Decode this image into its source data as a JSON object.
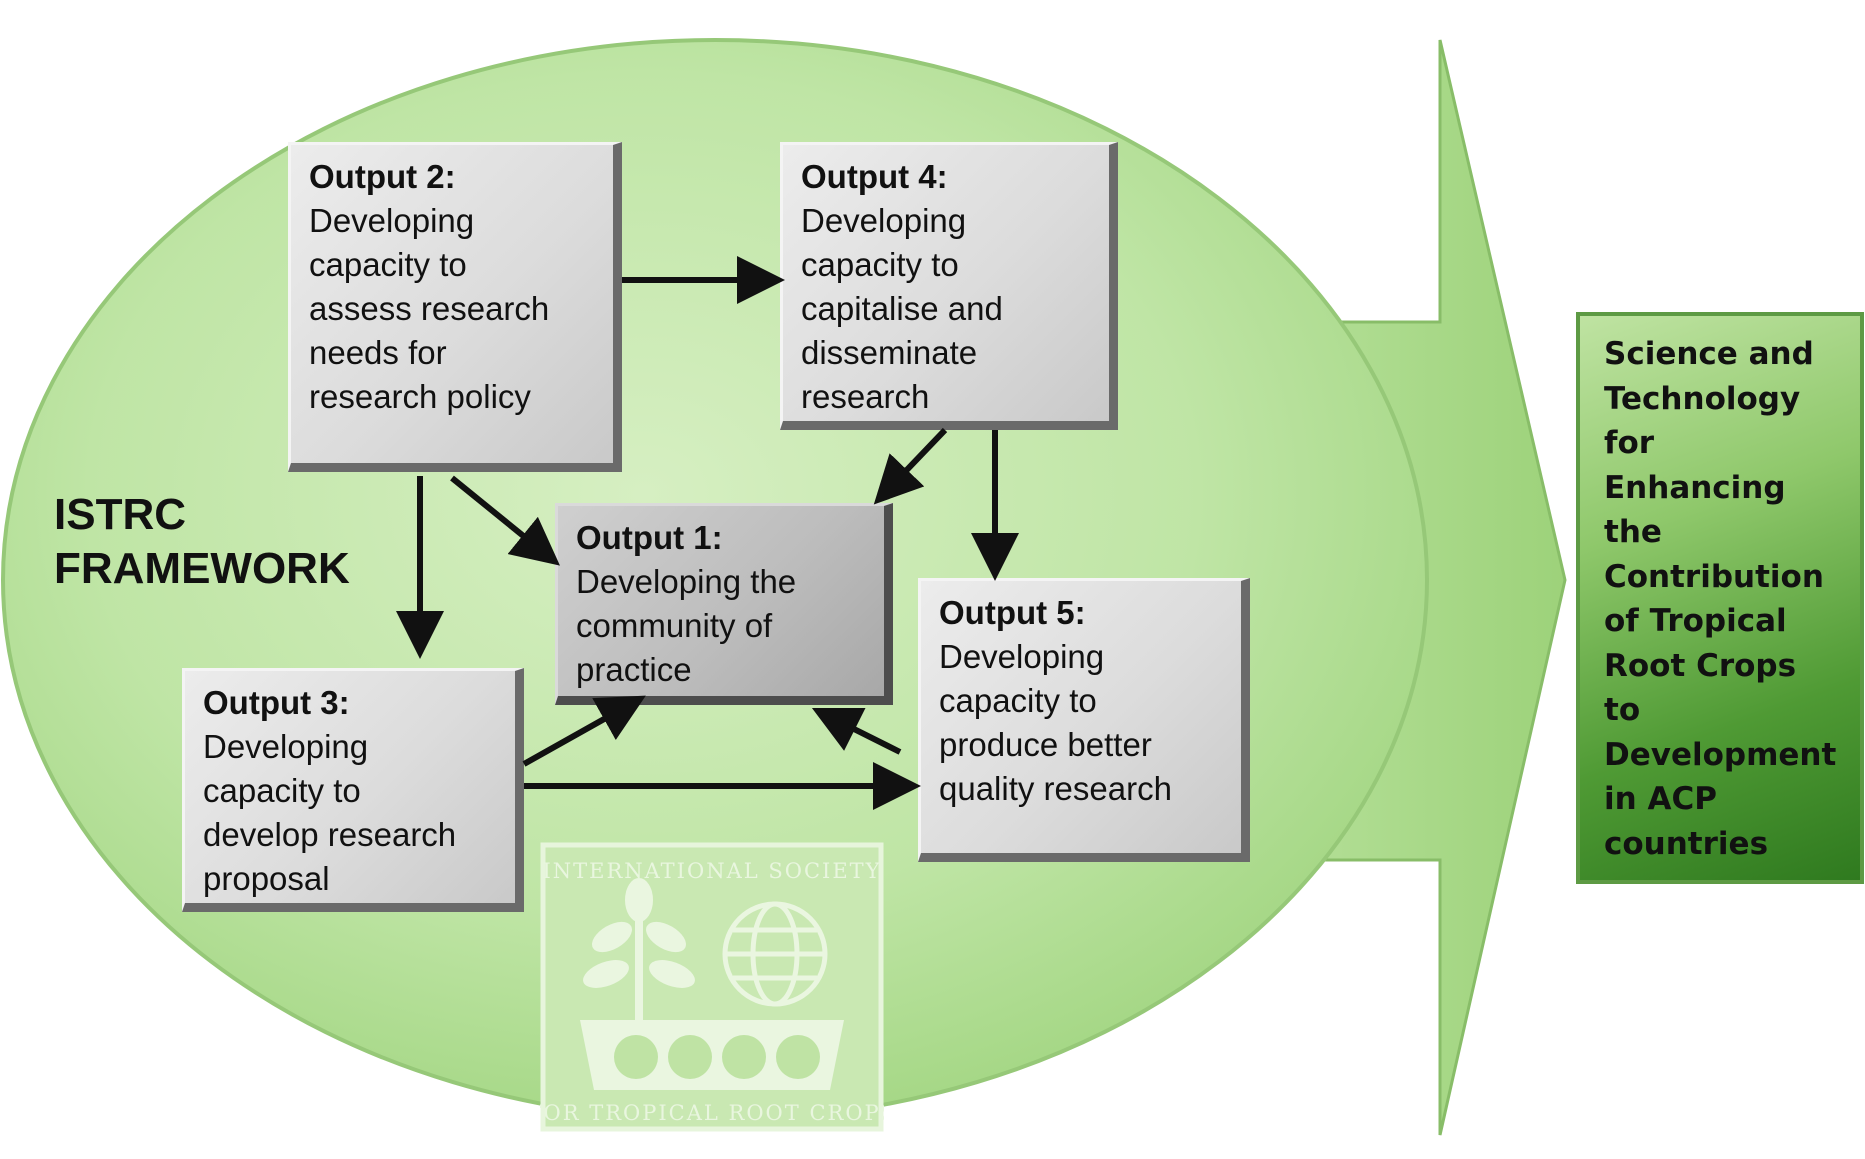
{
  "framework": {
    "line1": "ISTRC",
    "line2": "FRAMEWORK"
  },
  "outputs": {
    "output1": {
      "heading": "Output 1:",
      "text": "Developing the\ncommunity of\npractice"
    },
    "output2": {
      "heading": "Output 2:",
      "text": "Developing\ncapacity to\nassess research\nneeds for\nresearch policy"
    },
    "output3": {
      "heading": "Output 3:",
      "text": "Developing\ncapacity to\ndevelop research\nproposal"
    },
    "output4": {
      "heading": "Output 4:",
      "text": "Developing\ncapacity to\ncapitalise and\ndisseminate\nresearch"
    },
    "output5": {
      "heading": "Output 5:",
      "text": "Developing\ncapacity to\nproduce better\nquality research"
    }
  },
  "goal": {
    "text": "Science and\nTechnology\nfor\nEnhancing\nthe\nContribution\nof Tropical\nRoot Crops\nto\nDevelopment\nin ACP\ncountries"
  },
  "logo": {
    "top_text": "INTERNATIONAL SOCIETY",
    "bottom_text": "FOR TROPICAL ROOT CROPS"
  },
  "colors": {
    "ellipse": "#b5df98",
    "arrow": "#a9d98a",
    "goal_box": "#4f9a34",
    "box_gray": "#d8d8d8",
    "center_box": "#bdbdbd"
  }
}
